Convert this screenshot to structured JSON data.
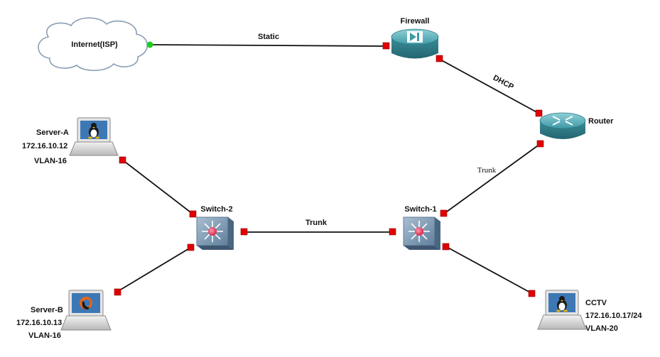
{
  "nodes": {
    "internet": {
      "label": "Internet(ISP)"
    },
    "firewall": {
      "label": "Firewall"
    },
    "router": {
      "label": "Router"
    },
    "switch1": {
      "label": "Switch-1"
    },
    "switch2": {
      "label": "Switch-2"
    },
    "server_a": {
      "name": "Server-A",
      "ip": "172.16.10.12",
      "vlan": "VLAN-16"
    },
    "server_b": {
      "name": "Server-B",
      "ip": "172.16.10.13",
      "vlan": "VLAN-16"
    },
    "cctv": {
      "name": "CCTV",
      "ip": "172.16.10.17/24",
      "vlan": "VLAN-20"
    }
  },
  "links": {
    "internet_firewall": "Static",
    "firewall_router": "DHCP",
    "router_switch1": "Trunk",
    "switch2_switch1": "Trunk"
  },
  "colors": {
    "link_line": "#111111",
    "port": "#e00000",
    "port_up": "#22cc22",
    "device_teal": "#3a9aa6",
    "switch_blue": "#6f8da8",
    "switch_dot": "#e23c5a"
  }
}
